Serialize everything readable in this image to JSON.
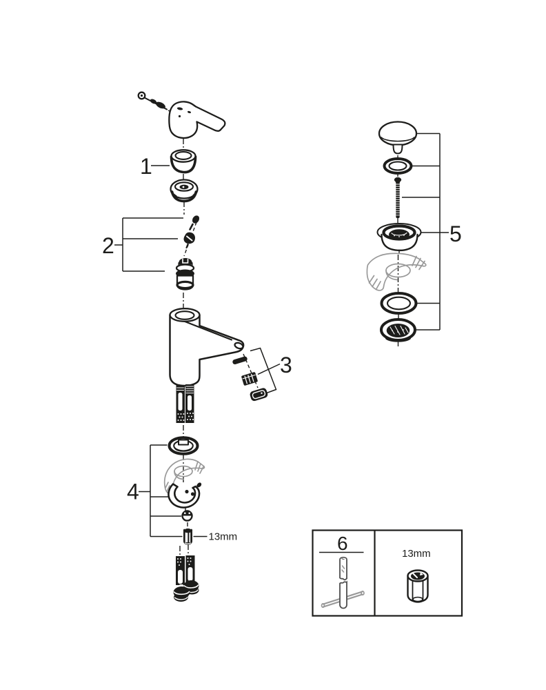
{
  "colors": {
    "line": "#1d1d1b",
    "gray": "#999999",
    "background": "#ffffff"
  },
  "callouts": {
    "c1": "1",
    "c2": "2",
    "c3": "3",
    "c4": "4",
    "c5": "5",
    "c6": "6"
  },
  "labels": {
    "nut_size_inline": "13mm",
    "nut_size_box": "13mm"
  }
}
